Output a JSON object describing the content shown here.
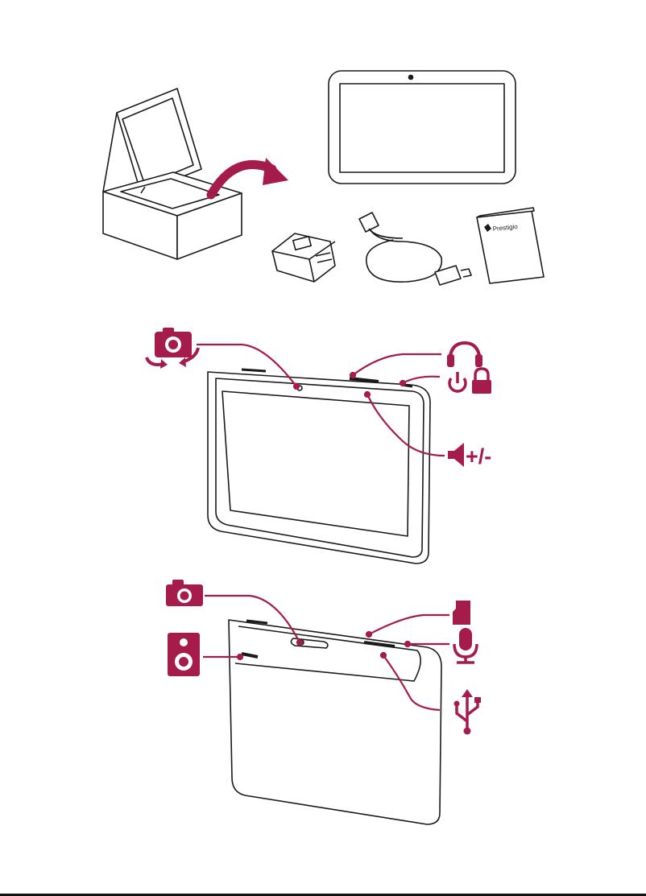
{
  "colors": {
    "line": "#1a1a1a",
    "accent": "#a51c4b",
    "fill": "#ffffff",
    "screen_fill": "#ffffff"
  },
  "package_contents": {
    "items": [
      "tablet",
      "charger",
      "usb-cable",
      "quick-start-guide"
    ],
    "guide_brand": "Prestigio"
  },
  "front_view": {
    "callouts": [
      {
        "icon": "camera-switch-icon",
        "label": ""
      },
      {
        "icon": "headphones-icon",
        "label": ""
      },
      {
        "icon": "power-lock-icon",
        "label": ""
      },
      {
        "icon": "volume-icon",
        "label": "+/-"
      }
    ]
  },
  "back_view": {
    "callouts": [
      {
        "icon": "camera-icon",
        "label": ""
      },
      {
        "icon": "speaker-icon",
        "label": ""
      },
      {
        "icon": "microsd-icon",
        "label": ""
      },
      {
        "icon": "microphone-icon",
        "label": ""
      },
      {
        "icon": "usb-icon",
        "label": ""
      }
    ]
  }
}
